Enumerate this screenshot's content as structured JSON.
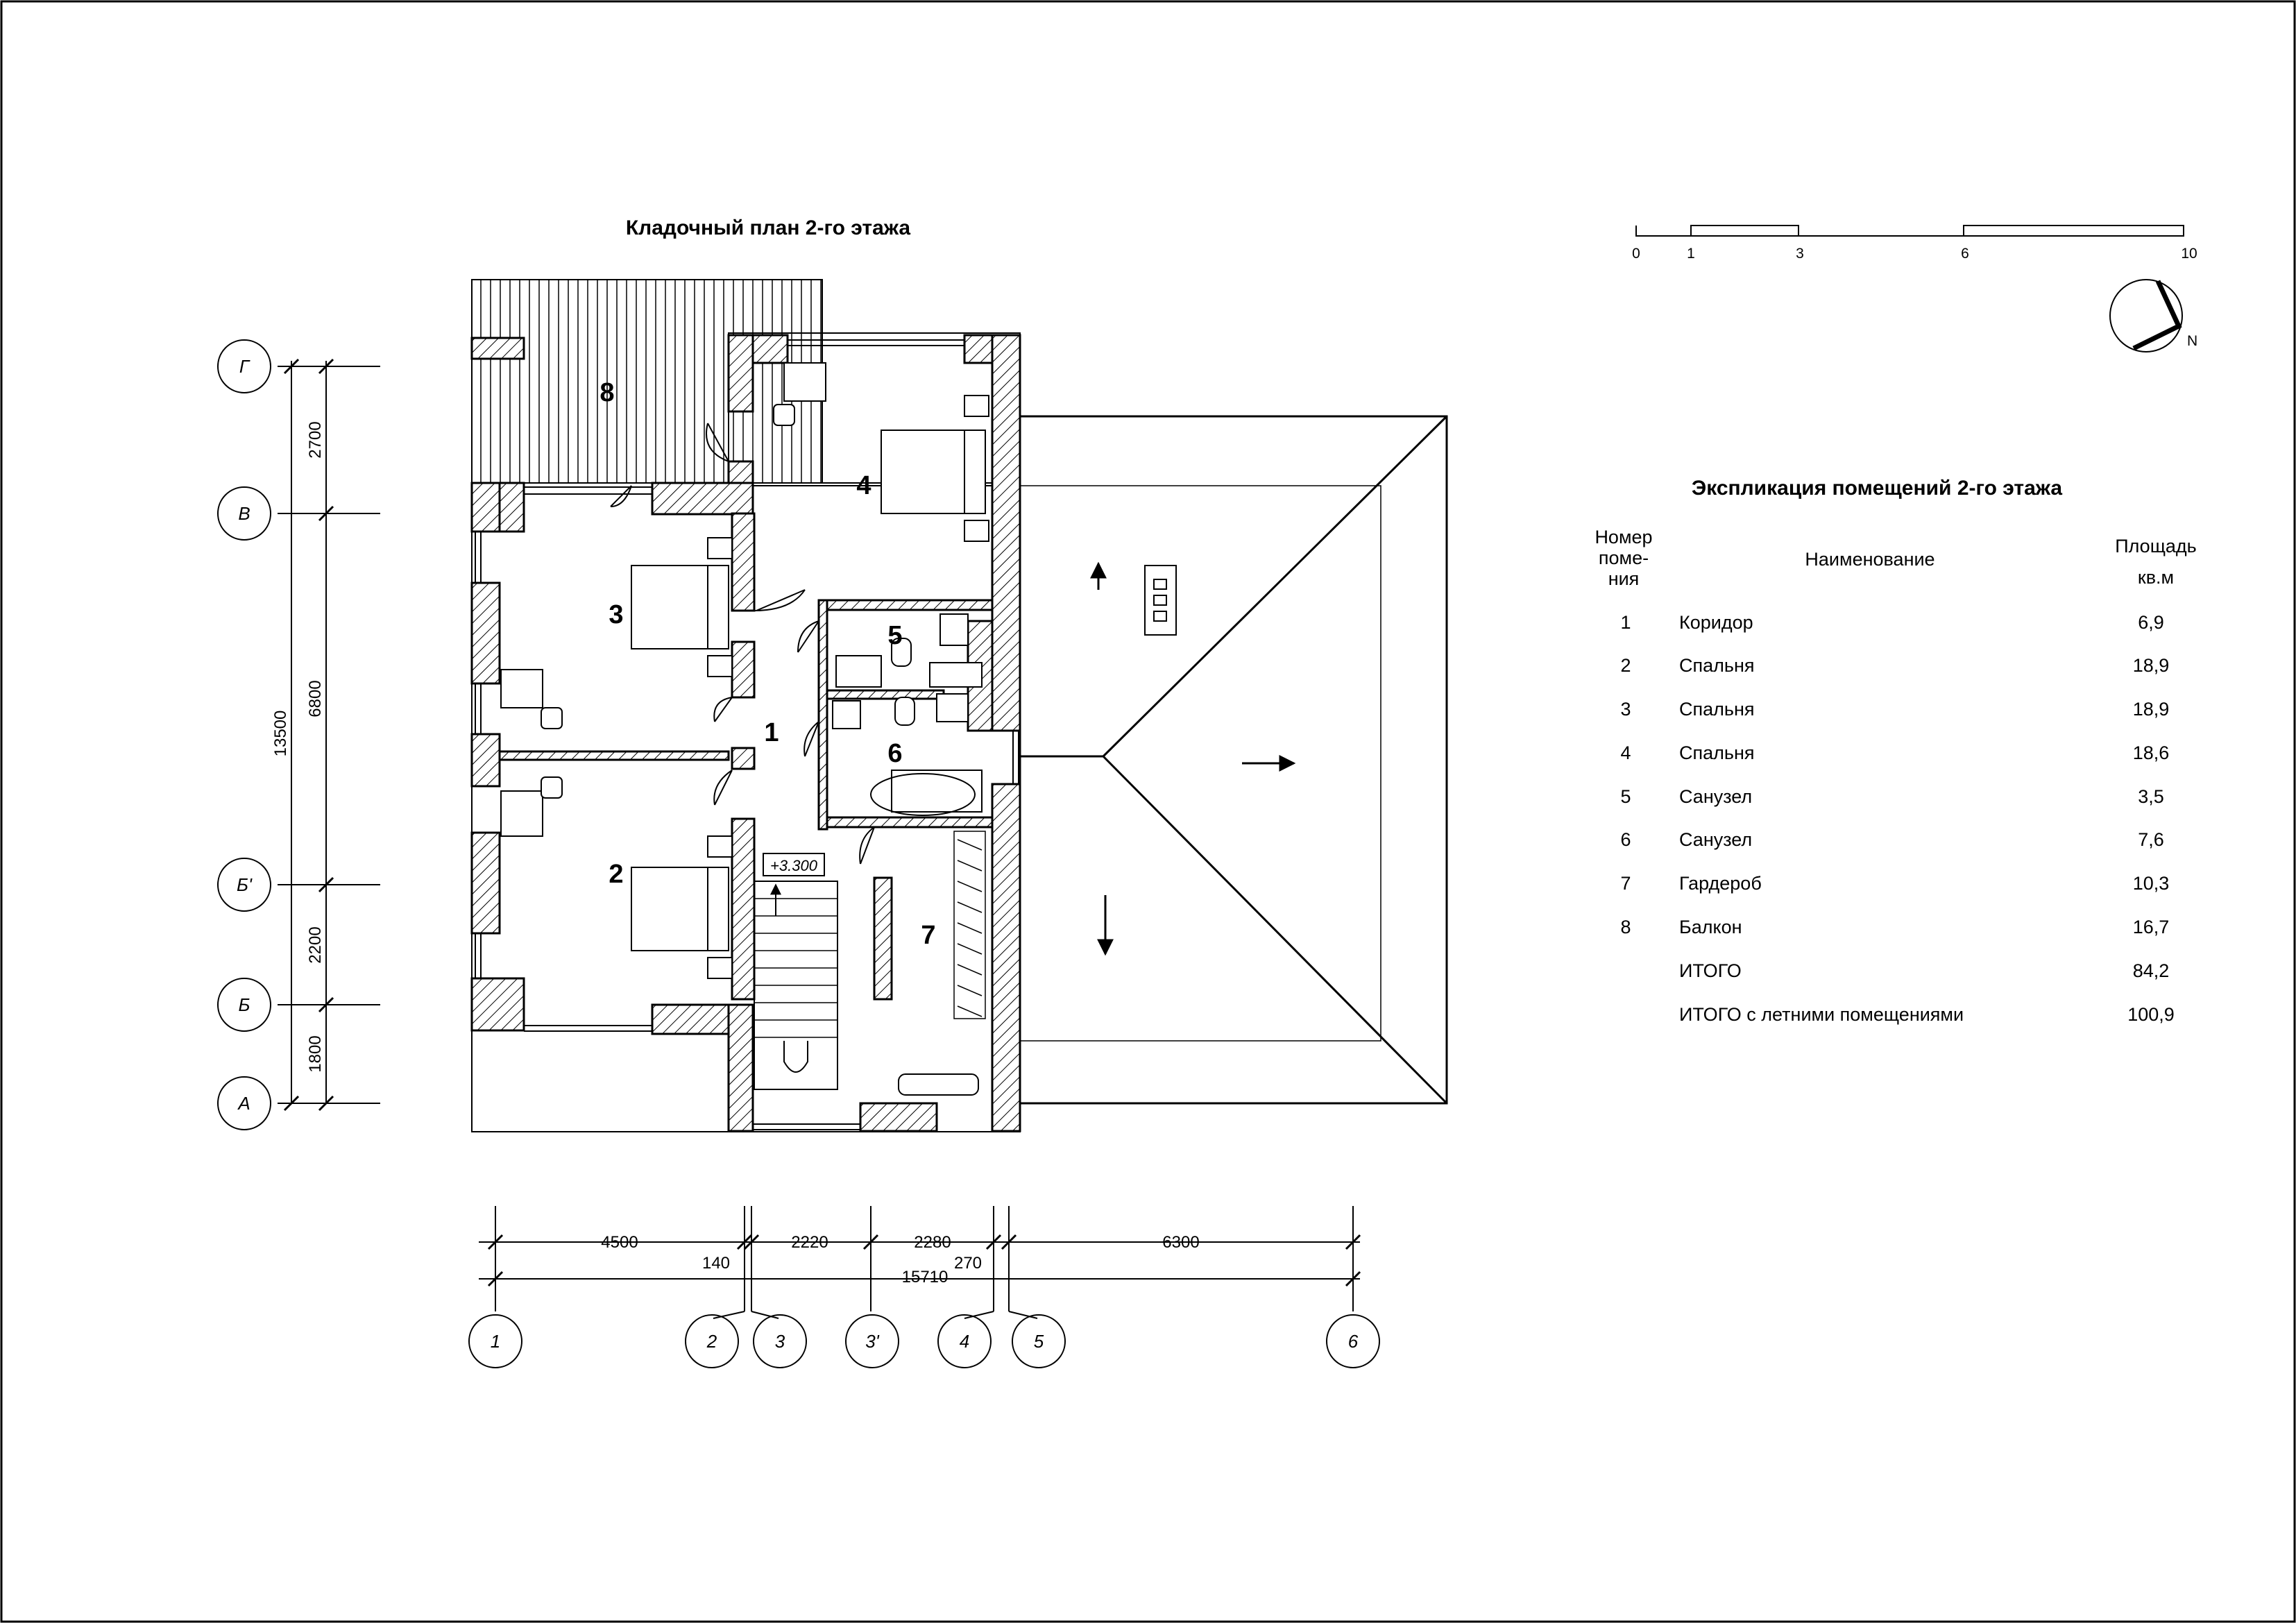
{
  "plan": {
    "title": "Кладочный план 2-го этажа",
    "level_mark": "+3.300",
    "room_numbers": [
      "1",
      "2",
      "3",
      "4",
      "5",
      "6",
      "7",
      "8"
    ],
    "horizontal_axes": [
      "Г",
      "В",
      "Б'",
      "Б",
      "А"
    ],
    "vertical_axes": [
      "1",
      "2",
      "3",
      "3'",
      "4",
      "5",
      "6"
    ],
    "left_dims": {
      "total": "13500",
      "segments": [
        "2700",
        "6800",
        "2200",
        "1800"
      ]
    },
    "bottom_dims": {
      "segments": [
        "4500",
        "2220",
        "2280",
        "6300"
      ],
      "small_140": "140",
      "small_270": "270",
      "total": "15710"
    }
  },
  "scale_bar": {
    "labels": [
      "0",
      "1",
      "3",
      "6",
      "10"
    ]
  },
  "north": {
    "label": "N"
  },
  "explication": {
    "title": "Экспликация помещений 2-го этажа",
    "headers": {
      "num_l1": "Номер",
      "num_l2": "поме-",
      "num_l3": "ния",
      "name": "Наименование",
      "area_l1": "Площадь",
      "area_l2": "кв.м"
    },
    "rows": [
      {
        "num": "1",
        "name": "Коридор",
        "area": "6,9"
      },
      {
        "num": "2",
        "name": "Спальня",
        "area": "18,9"
      },
      {
        "num": "3",
        "name": "Спальня",
        "area": "18,9"
      },
      {
        "num": "4",
        "name": "Спальня",
        "area": "18,6"
      },
      {
        "num": "5",
        "name": "Санузел",
        "area": "3,5"
      },
      {
        "num": "6",
        "name": "Санузел",
        "area": "7,6"
      },
      {
        "num": "7",
        "name": "Гардероб",
        "area": "10,3"
      },
      {
        "num": "8",
        "name": "Балкон",
        "area": "16,7"
      }
    ],
    "total_label": "ИТОГО",
    "total_value": "84,2",
    "total_summer_label": "ИТОГО с летними помещениями",
    "total_summer_value": "100,9"
  }
}
